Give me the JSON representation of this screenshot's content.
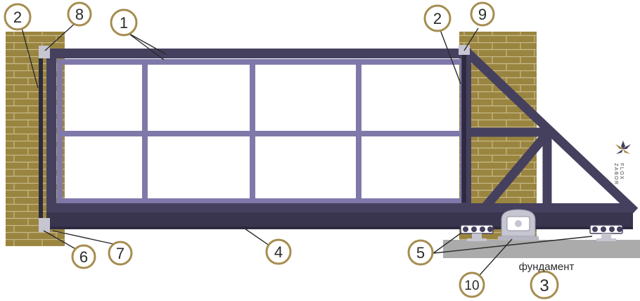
{
  "colors": {
    "frame": "#46405f",
    "frame_dark": "#2d2a40",
    "infill": "#7f79aa",
    "brick": "#9a8540",
    "mortar": "#c7b98a",
    "ground": "#ababab",
    "bracket": "#c6c6d2",
    "label_ring": "#a58d4f"
  },
  "labels": {
    "n1": "1",
    "n2_left": "2",
    "n2_right": "2",
    "n3": "3",
    "n4": "4",
    "n5": "5",
    "n6": "6",
    "n7": "7",
    "n8": "8",
    "n9": "9",
    "n10": "10"
  },
  "foundation_caption": "фундамент",
  "logo": {
    "line1": "FLOX",
    "line2": "ZABOR"
  },
  "icons": {
    "logo": "flower-logo-icon"
  }
}
